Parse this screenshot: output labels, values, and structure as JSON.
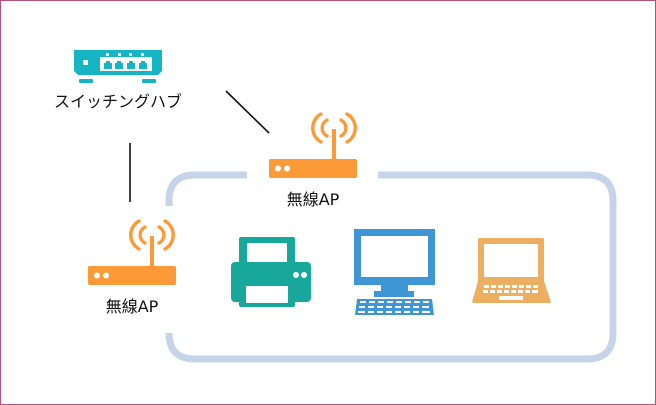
{
  "diagram": {
    "title": "",
    "nodes": [
      {
        "id": "switching-hub",
        "label": "スイッチングハブ",
        "type": "switching-hub",
        "icon": "switching-hub-icon"
      },
      {
        "id": "ap-top",
        "label": "無線AP",
        "type": "wireless-access-point",
        "icon": "wireless-ap-icon"
      },
      {
        "id": "ap-left",
        "label": "無線AP",
        "type": "wireless-access-point",
        "icon": "wireless-ap-icon"
      },
      {
        "id": "printer",
        "label": "",
        "type": "printer",
        "icon": "printer-icon"
      },
      {
        "id": "desktop",
        "label": "",
        "type": "desktop-computer",
        "icon": "desktop-computer-icon"
      },
      {
        "id": "laptop",
        "label": "",
        "type": "laptop",
        "icon": "laptop-icon"
      }
    ],
    "edges": [
      {
        "from": "switching-hub",
        "to": "ap-top",
        "style": "solid"
      },
      {
        "from": "switching-hub",
        "to": "ap-left",
        "style": "solid"
      }
    ],
    "groups": [
      {
        "id": "wireless-lan-area",
        "label": "",
        "members": [
          "printer",
          "desktop",
          "laptop"
        ]
      }
    ]
  },
  "colors": {
    "hub": "#15b5c6",
    "access_point": "#fd9a38",
    "printer": "#17a89b",
    "desktop": "#3e96d5",
    "laptop": "#ecae61",
    "group_frame": "#c6d4e9",
    "connector": "#111111",
    "page_border": "#b5507e"
  }
}
